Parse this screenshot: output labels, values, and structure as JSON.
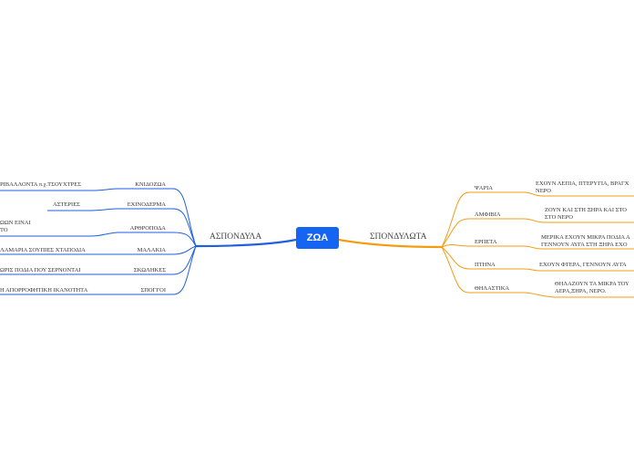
{
  "root": {
    "label": "ΖΩΑ",
    "color": "#1565f2"
  },
  "left": {
    "label": "ΑΣΠΟΝΔΥΛΑ",
    "color": "#1f5fe0",
    "items": [
      {
        "label": "ΚΝΙΔΟΖΩΑ",
        "desc": "ΡΙΒΑΛΛΟΝΤΑ π.χ.ΤΣΟΥΧΤΡΕΣ"
      },
      {
        "label": "ΕΧΙΝΟΔΕΡΜΑ",
        "desc": "ΑΣΤΕΡΙΕΣ"
      },
      {
        "label": "ΑΡΘΡΟΠΟΔΑ",
        "desc1": "ΩΩΝ ΕΙΝΑΙ",
        "desc2": "ΤΟ"
      },
      {
        "label": "ΜΑΛΑΚΙΑ",
        "desc": "ΛΑΜΑΡΙΑ ΣΟΥΠΙΕΣ ΧΤΑΠΟΔΙΑ"
      },
      {
        "label": "ΣΚΩΛΗΚΕΣ",
        "desc": "ΩΡΙΣ ΠΟΔΙΑ ΠΟΥ ΣΕΡΝΟΝΤΑΙ"
      },
      {
        "label": "ΣΠΟΓΓΟΙ",
        "desc": "Η ΑΠΟΡΡΟΦΗΤΙΚΗ ΙΚΑΝΟΤΗΤΑ"
      }
    ]
  },
  "right": {
    "label": "ΣΠΟΝΔΥΛΩΤΑ",
    "color": "#f39c12",
    "items": [
      {
        "label": "ΨΑΡΙΑ",
        "desc1": "ΕΧΟΥΝ ΛΕΠΙΑ, ΠΤΕΡΥΓΙΑ, ΒΡΑΓΧ",
        "desc2": "ΝΕΡΟ"
      },
      {
        "label": "ΑΜΦΙΒΙΑ",
        "desc1": "ΖΟΥΝ ΚΑΙ ΣΤΗ ΞΗΡΑ ΚΑΙ ΣΤΟ",
        "desc2": "ΣΤΟ ΝΕΡΟ"
      },
      {
        "label": "ΕΡΠΕΤΑ",
        "desc1": "ΜΕΡΙΚΑ ΕΧΟΥΝ ΜΙΚΡΑ ΠΟΔΙΑ Α",
        "desc2": "ΓΕΝΝΟΥΝ ΑΥΓΑ ΣΤΗ ΞΗΡΑ ΕΧΟ"
      },
      {
        "label": "ΠΤΗΝΑ",
        "desc": "ΕΧΟΥΝ ΦΤΕΡΑ, ΓΕΝΝΟΥΝ ΑΥΓΑ"
      },
      {
        "label": "ΘΗΛΑΣΤΙΚΑ",
        "desc1": "ΘΗΛΑΖΟΥΝ ΤΑ ΜΙΚΡΑ ΤΟΥ",
        "desc2": "ΑΕΡΑ,ΞΗΡΑ, ΝΕΡΟ."
      }
    ]
  }
}
